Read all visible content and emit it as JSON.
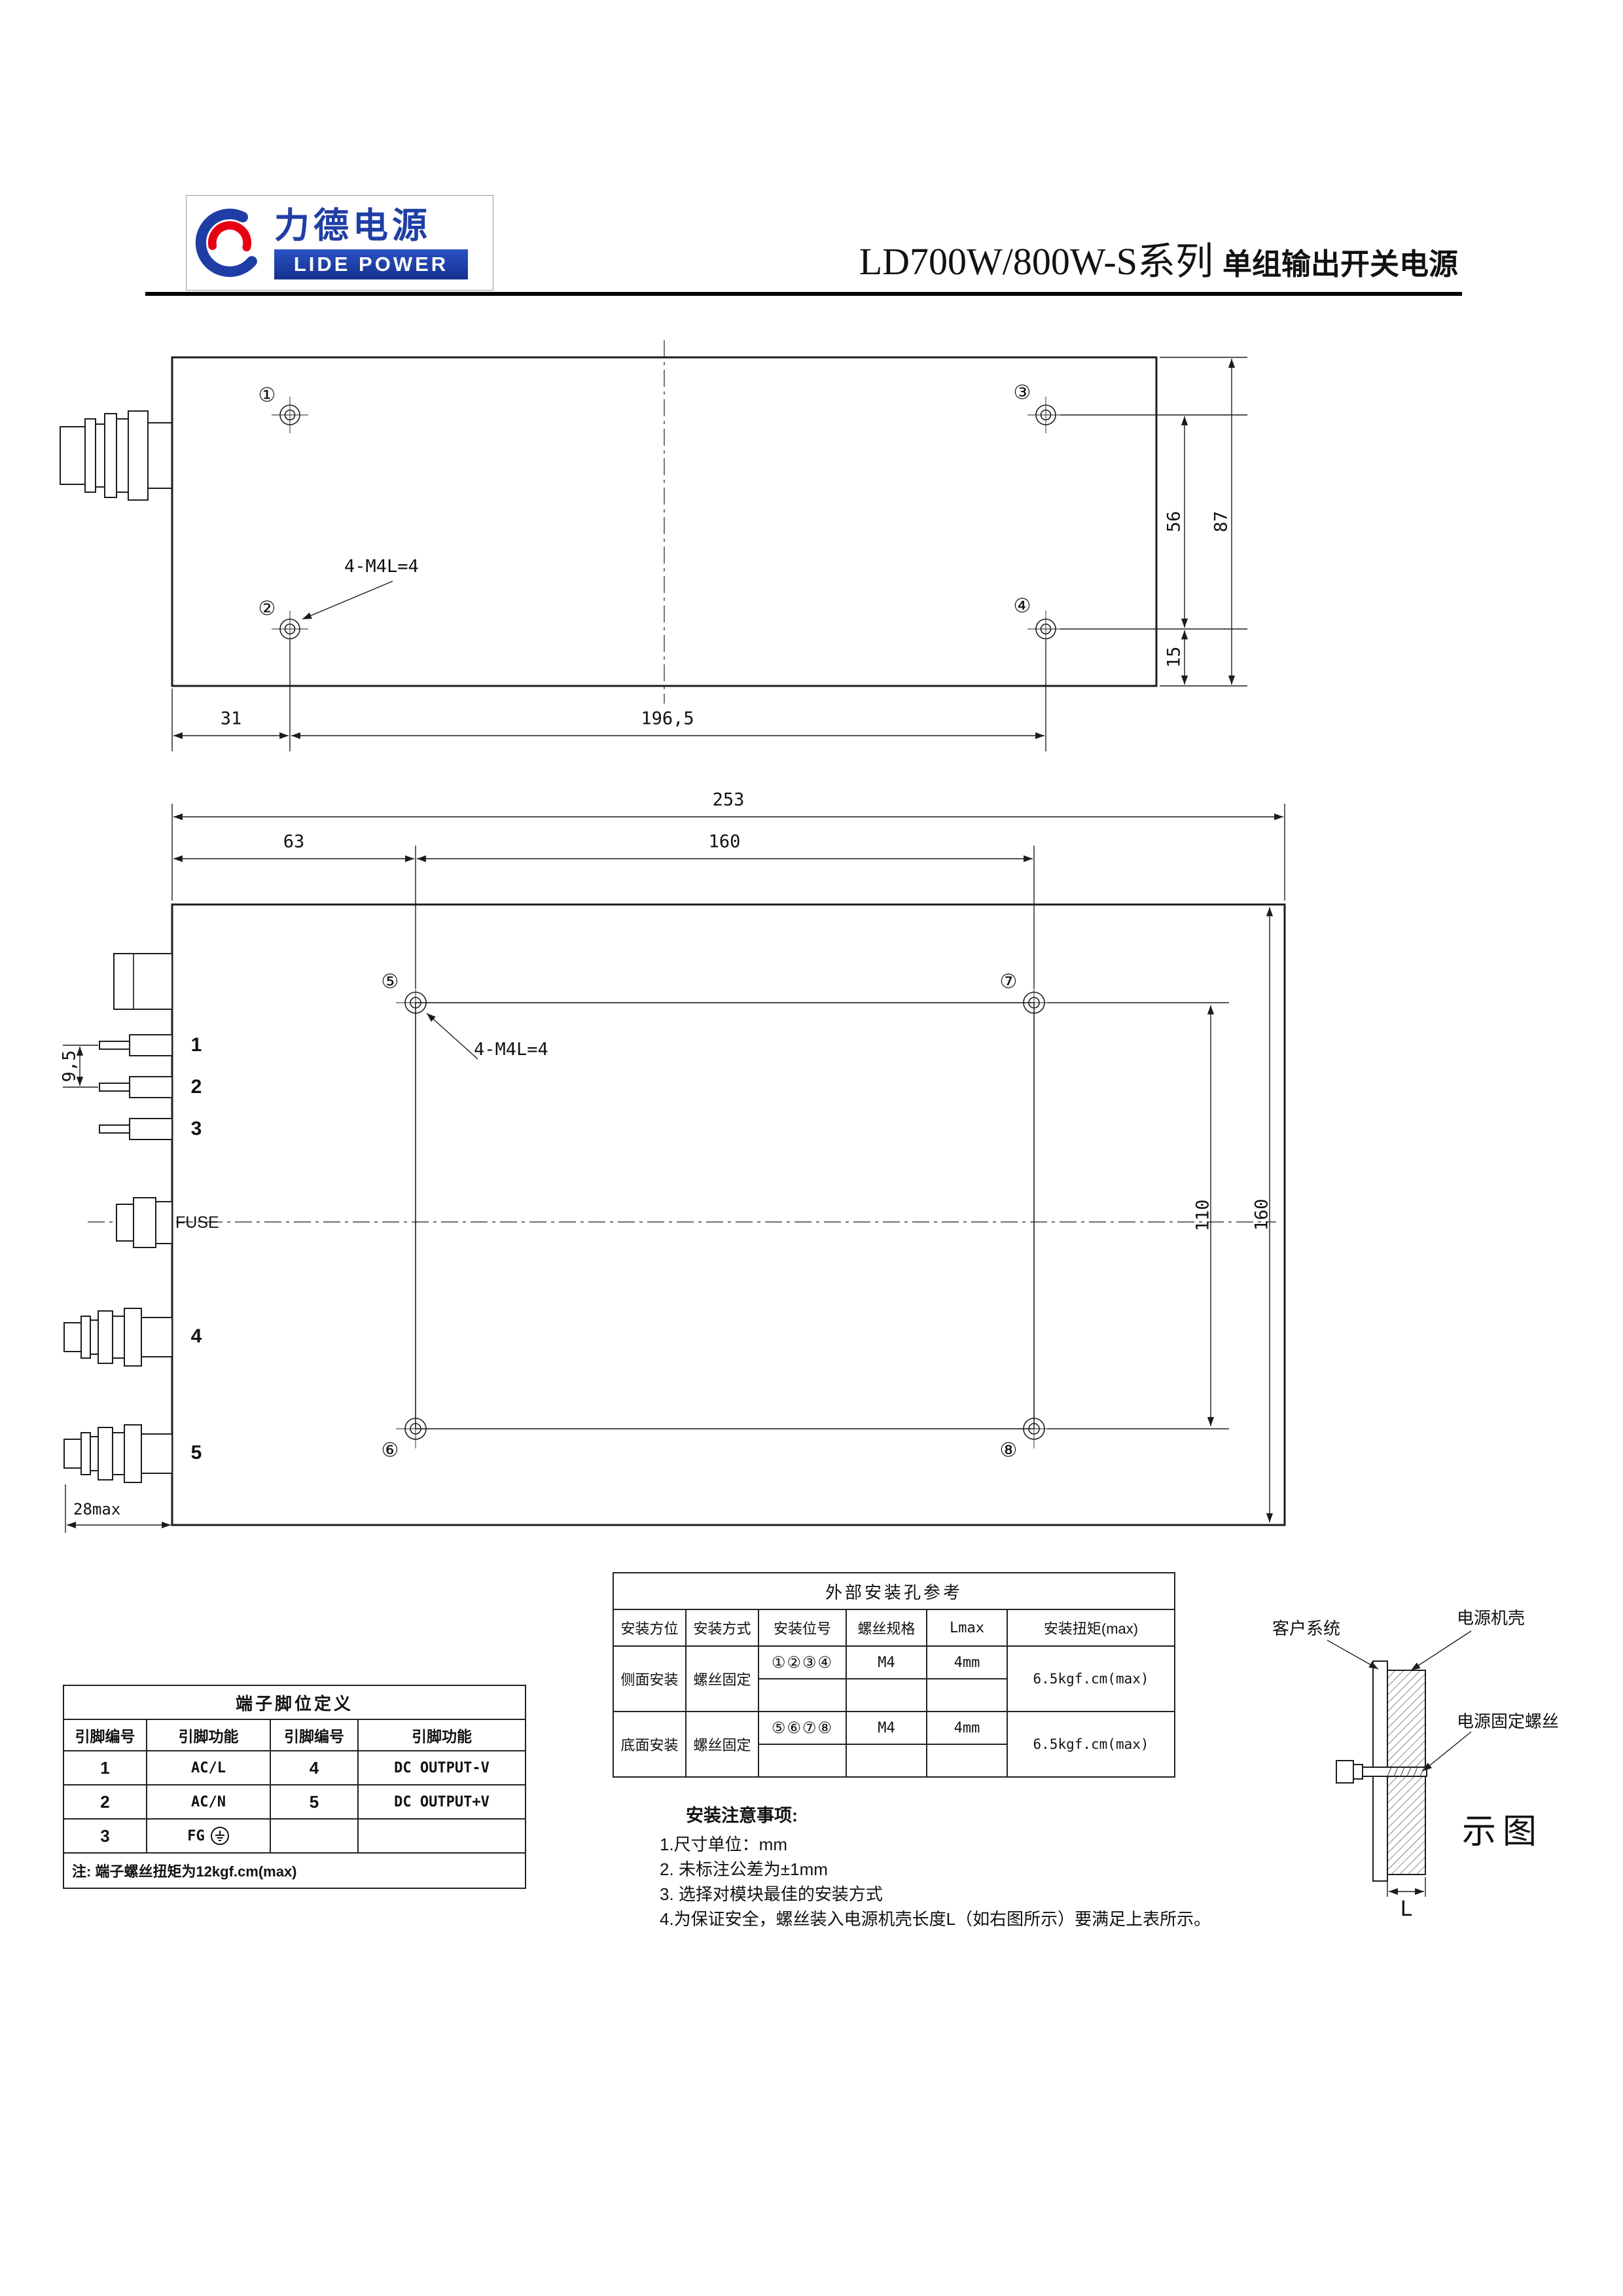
{
  "header": {
    "logo_cn": "力德电源",
    "logo_en": "LIDE POWER",
    "title_model": "LD700W/800W-S系列",
    "title_desc": "单组输出开关电源"
  },
  "side_view": {
    "thread_label": "4-M4L=4",
    "hole_1": "①",
    "hole_2": "②",
    "hole_3": "③",
    "hole_4": "④",
    "dim_56": "56",
    "dim_87": "87",
    "dim_15": "15",
    "dim_31": "31",
    "dim_196_5": "196,5"
  },
  "bottom_view": {
    "thread_label": "4-M4L=4",
    "hole_5": "⑤",
    "hole_6": "⑥",
    "hole_7": "⑦",
    "hole_8": "⑧",
    "dim_253": "253",
    "dim_63": "63",
    "dim_160_top": "160",
    "dim_110": "110",
    "dim_160_right": "160",
    "dim_9_5": "9,5",
    "dim_28max": "28max",
    "pin_1": "1",
    "pin_2": "2",
    "pin_3": "3",
    "pin_4": "4",
    "pin_5": "5",
    "fuse_label": "FUSE"
  },
  "pin_table": {
    "title": "端子脚位定义",
    "headers": [
      "引脚编号",
      "引脚功能",
      "引脚编号",
      "引脚功能"
    ],
    "rows": [
      [
        "1",
        "AC/L",
        "4",
        "DC OUTPUT-V"
      ],
      [
        "2",
        "AC/N",
        "5",
        "DC OUTPUT+V"
      ],
      [
        "3",
        "FG",
        "",
        ""
      ]
    ],
    "note": "注: 端子螺丝扭矩为12kgf.cm(max)"
  },
  "mount_table": {
    "title": "外部安装孔参考",
    "headers": [
      "安装方位",
      "安装方式",
      "安装位号",
      "螺丝规格",
      "Lmax",
      "安装扭矩(max)"
    ],
    "rows": [
      {
        "position": "侧面安装",
        "method": "螺丝固定",
        "holes": "①②③④",
        "spec": "M4",
        "lmax": "4mm",
        "torque": "6.5kgf.cm(max)"
      },
      {
        "position": "底面安装",
        "method": "螺丝固定",
        "holes": "⑤⑥⑦⑧",
        "spec": "M4",
        "lmax": "4mm",
        "torque": "6.5kgf.cm(max)"
      }
    ]
  },
  "notes": {
    "title": "安装注意事项:",
    "items": [
      "1.尺寸单位：mm",
      "2. 未标注公差为±1mm",
      "3. 选择对模块最佳的安装方式",
      "4.为保证安全，螺丝装入电源机壳长度L（如右图所示）要满足上表所示。"
    ]
  },
  "illustration": {
    "customer_system": "客户系统",
    "power_housing": "电源机壳",
    "fixing_screw": "电源固定螺丝",
    "caption": "示图",
    "length_label": "L"
  }
}
